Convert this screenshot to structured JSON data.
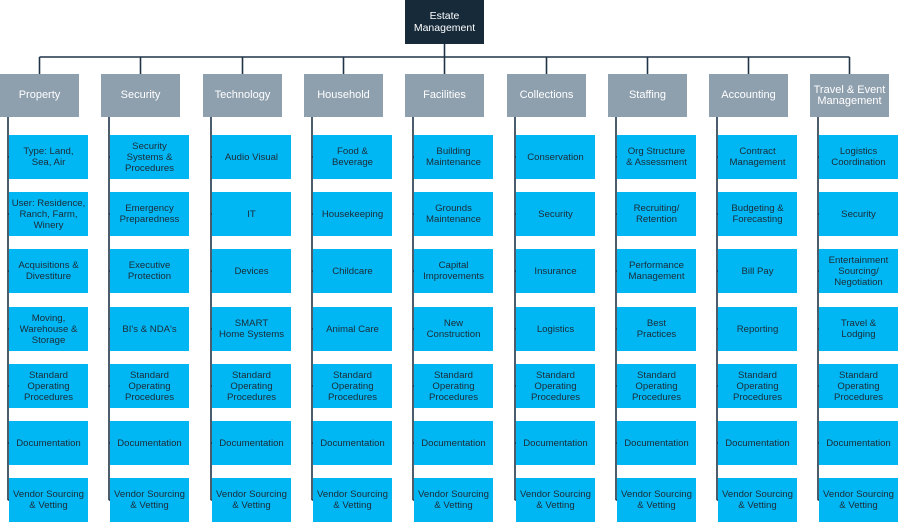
{
  "root": "Estate\nManagement",
  "colors": {
    "root": "#162a3a",
    "department": "#8e9fae",
    "item": "#00b7f4",
    "line": "#1f3447",
    "item_text": "#1d2a36"
  },
  "departments": [
    {
      "name": "Property",
      "items": [
        "Type: Land,\nSea, Air",
        "User: Residence,\nRanch, Farm,\nWinery",
        "Acquisitions &\nDivestiture",
        "Moving,\nWarehouse &\nStorage",
        "Standard\nOperating\nProcedures",
        "Documentation",
        "Vendor Sourcing\n& Vetting"
      ]
    },
    {
      "name": "Security",
      "items": [
        "Security\nSystems &\nProcedures",
        "Emergency\nPreparedness",
        "Executive\nProtection",
        "BI's & NDA's",
        "Standard\nOperating\nProcedures",
        "Documentation",
        "Vendor Sourcing\n& Vetting"
      ]
    },
    {
      "name": "Technology",
      "items": [
        "Audio Visual",
        "IT",
        "Devices",
        "SMART\nHome Systems",
        "Standard\nOperating\nProcedures",
        "Documentation",
        "Vendor Sourcing\n& Vetting"
      ]
    },
    {
      "name": "Household",
      "items": [
        "Food &\nBeverage",
        "Housekeeping",
        "Childcare",
        "Animal Care",
        "Standard\nOperating\nProcedures",
        "Documentation",
        "Vendor Sourcing\n& Vetting"
      ]
    },
    {
      "name": "Facilities",
      "items": [
        "Building\nMaintenance",
        "Grounds\nMaintenance",
        "Capital\nImprovements",
        "New\nConstruction",
        "Standard\nOperating\nProcedures",
        "Documentation",
        "Vendor Sourcing\n& Vetting"
      ]
    },
    {
      "name": "Collections",
      "items": [
        "Conservation",
        "Security",
        "Insurance",
        "Logistics",
        "Standard\nOperating\nProcedures",
        "Documentation",
        "Vendor Sourcing\n& Vetting"
      ]
    },
    {
      "name": "Staffing",
      "items": [
        "Org Structure\n& Assessment",
        "Recruiting/\nRetention",
        "Performance\nManagement",
        "Best\nPractices",
        "Standard\nOperating\nProcedures",
        "Documentation",
        "Vendor Sourcing\n& Vetting"
      ]
    },
    {
      "name": "Accounting",
      "items": [
        "Contract\nManagement",
        "Budgeting &\nForecasting",
        "Bill Pay",
        "Reporting",
        "Standard\nOperating\nProcedures",
        "Documentation",
        "Vendor Sourcing\n& Vetting"
      ]
    },
    {
      "name": "Travel & Event\nManagement",
      "items": [
        "Logistics\nCoordination",
        "Security",
        "Entertainment\nSourcing/\nNegotiation",
        "Travel &\nLodging",
        "Standard\nOperating\nProcedures",
        "Documentation",
        "Vendor Sourcing\n& Vetting"
      ]
    }
  ]
}
